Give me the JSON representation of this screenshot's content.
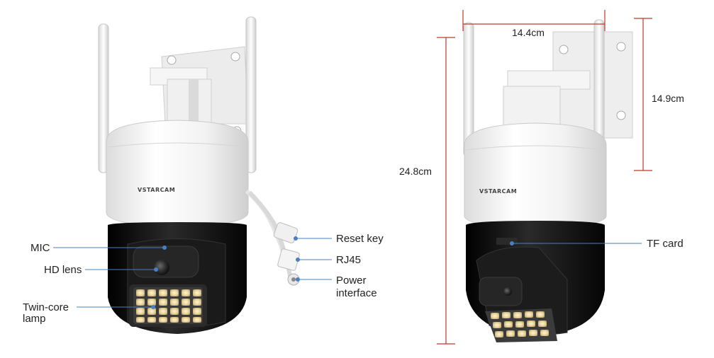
{
  "image": {
    "description_free": true
  },
  "callouts": {
    "mic": "MIC",
    "hd_lens": "HD lens",
    "twin_core_lamp_line1": "Twin-core",
    "twin_core_lamp_line2": "lamp",
    "reset_key": "Reset key",
    "rj45": "RJ45",
    "power_line1": "Power",
    "power_line2": "interface",
    "tf_card": "TF card"
  },
  "dimensions": {
    "width": "14.4cm",
    "depth": "14.9cm",
    "height": "24.8cm"
  },
  "brand": "VSTARCAM",
  "colors": {
    "callout_line": "#4a7fc1",
    "dimension_line": "#c0392b",
    "camera_body": "#f4f4f4",
    "camera_dome": "#111111"
  }
}
